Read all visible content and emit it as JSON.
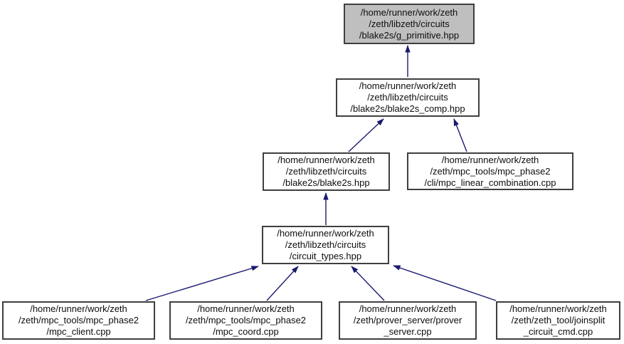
{
  "diagram": {
    "type": "include-dependency-graph",
    "arrow_color": "#191970",
    "node_border_color": "#3f3f3f",
    "highlighted_node_fill": "#bfbfbf",
    "node_fill": "#ffffff",
    "nodes": [
      {
        "id": "g_primitive",
        "label": "/home/runner/work/zeth\n/zeth/libzeth/circuits\n/blake2s/g_primitive.hpp",
        "highlight": true
      },
      {
        "id": "blake2s_comp",
        "label": "/home/runner/work/zeth\n/zeth/libzeth/circuits\n/blake2s/blake2s_comp.hpp",
        "highlight": false
      },
      {
        "id": "blake2s",
        "label": "/home/runner/work/zeth\n/zeth/libzeth/circuits\n/blake2s/blake2s.hpp",
        "highlight": false
      },
      {
        "id": "mpc_linear_combination",
        "label": "/home/runner/work/zeth\n/zeth/mpc_tools/mpc_phase2\n/cli/mpc_linear_combination.cpp",
        "highlight": false
      },
      {
        "id": "circuit_types",
        "label": "/home/runner/work/zeth\n/zeth/libzeth/circuits\n/circuit_types.hpp",
        "highlight": false
      },
      {
        "id": "mpc_client",
        "label": "/home/runner/work/zeth\n/zeth/mpc_tools/mpc_phase2\n/mpc_client.cpp",
        "highlight": false
      },
      {
        "id": "mpc_coord",
        "label": "/home/runner/work/zeth\n/zeth/mpc_tools/mpc_phase2\n/mpc_coord.cpp",
        "highlight": false
      },
      {
        "id": "prover_server",
        "label": "/home/runner/work/zeth\n/zeth/prover_server/prover\n_server.cpp",
        "highlight": false
      },
      {
        "id": "joinsplit_circuit_cmd",
        "label": "/home/runner/work/zeth\n/zeth/zeth_tool/joinsplit\n_circuit_cmd.cpp",
        "highlight": false
      }
    ],
    "edges": [
      {
        "from": "blake2s_comp",
        "to": "g_primitive"
      },
      {
        "from": "blake2s",
        "to": "blake2s_comp"
      },
      {
        "from": "mpc_linear_combination",
        "to": "blake2s_comp"
      },
      {
        "from": "circuit_types",
        "to": "blake2s"
      },
      {
        "from": "mpc_client",
        "to": "circuit_types"
      },
      {
        "from": "mpc_coord",
        "to": "circuit_types"
      },
      {
        "from": "prover_server",
        "to": "circuit_types"
      },
      {
        "from": "joinsplit_circuit_cmd",
        "to": "circuit_types"
      }
    ]
  }
}
